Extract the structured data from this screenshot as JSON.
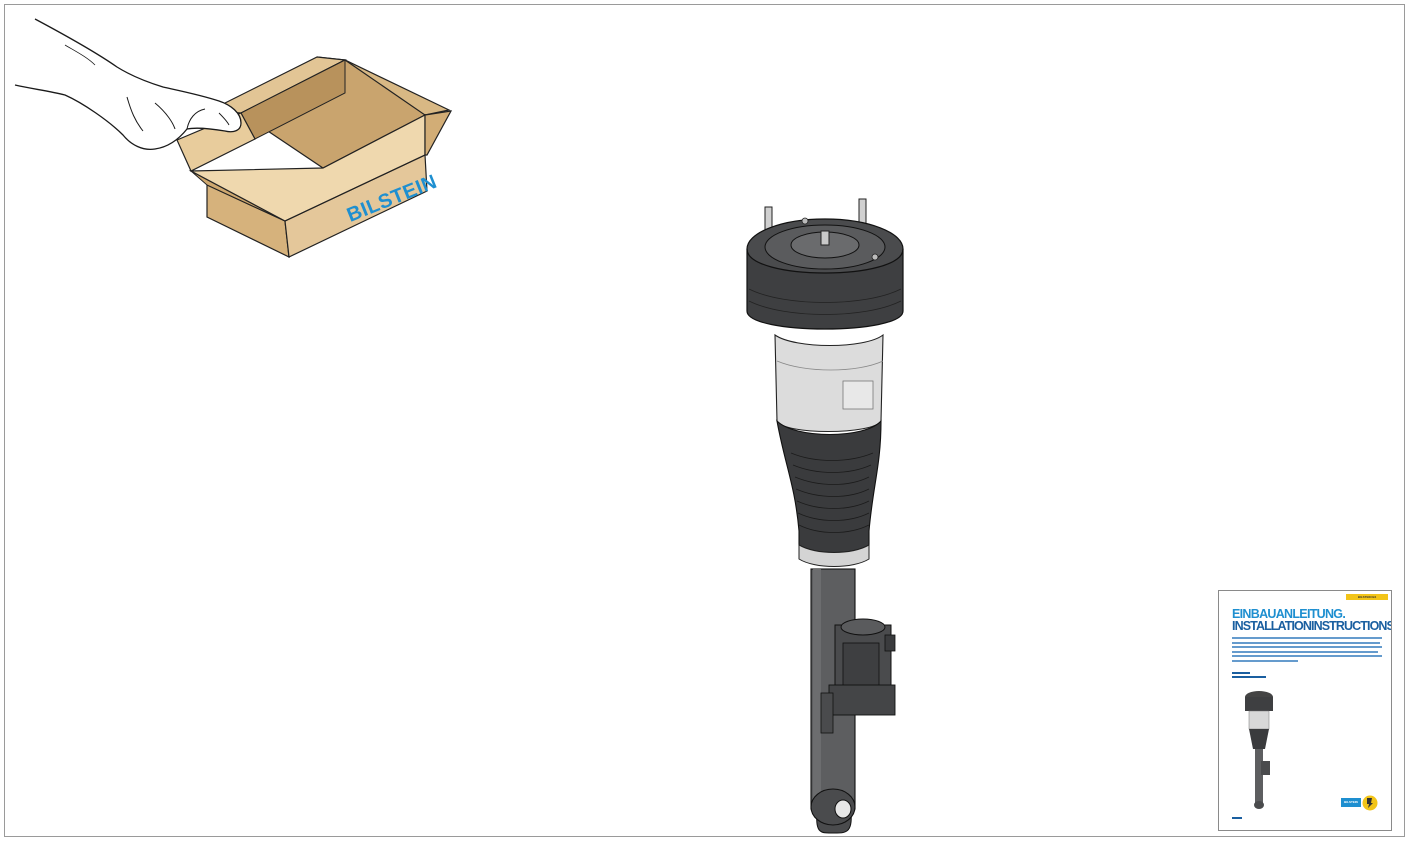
{
  "box": {
    "brand_label": "BILSTEIN"
  },
  "booklet": {
    "top_tag": "BILSTEIN B4",
    "title_line1": "EINBAUANLEITUNG.",
    "title_line2": "INSTALLATIONINSTRUCTIONS.",
    "logo_text": "BILSTEIN"
  },
  "colors": {
    "box_light": "#e4c79a",
    "box_mid": "#d4b07a",
    "box_dark": "#c09a62",
    "brand_blue": "#1e8fd0",
    "rubber_dark": "#3e3f41",
    "sleeve_light": "#dcdcdc",
    "tube_gray": "#5d5e60",
    "accent_yellow": "#f2c418"
  }
}
